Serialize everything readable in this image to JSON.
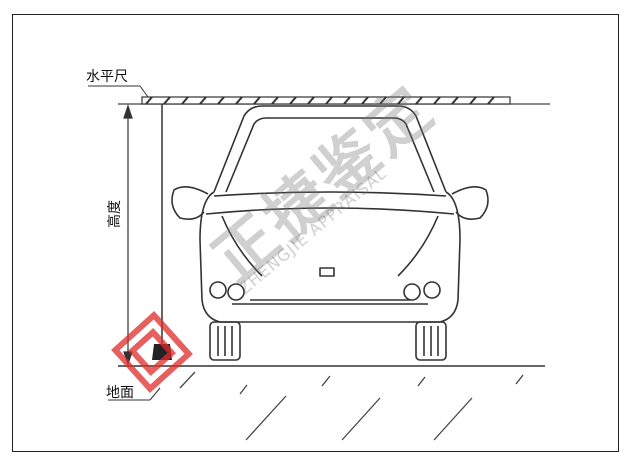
{
  "labels": {
    "level_ruler": "水平尺",
    "height": "高度",
    "ground": "地面"
  },
  "watermark": {
    "cn": "正捷鉴定",
    "en": "ZHENGJIE APPRAISAL",
    "logo_color": "#e02b2b",
    "text_color": "#888888"
  }
}
